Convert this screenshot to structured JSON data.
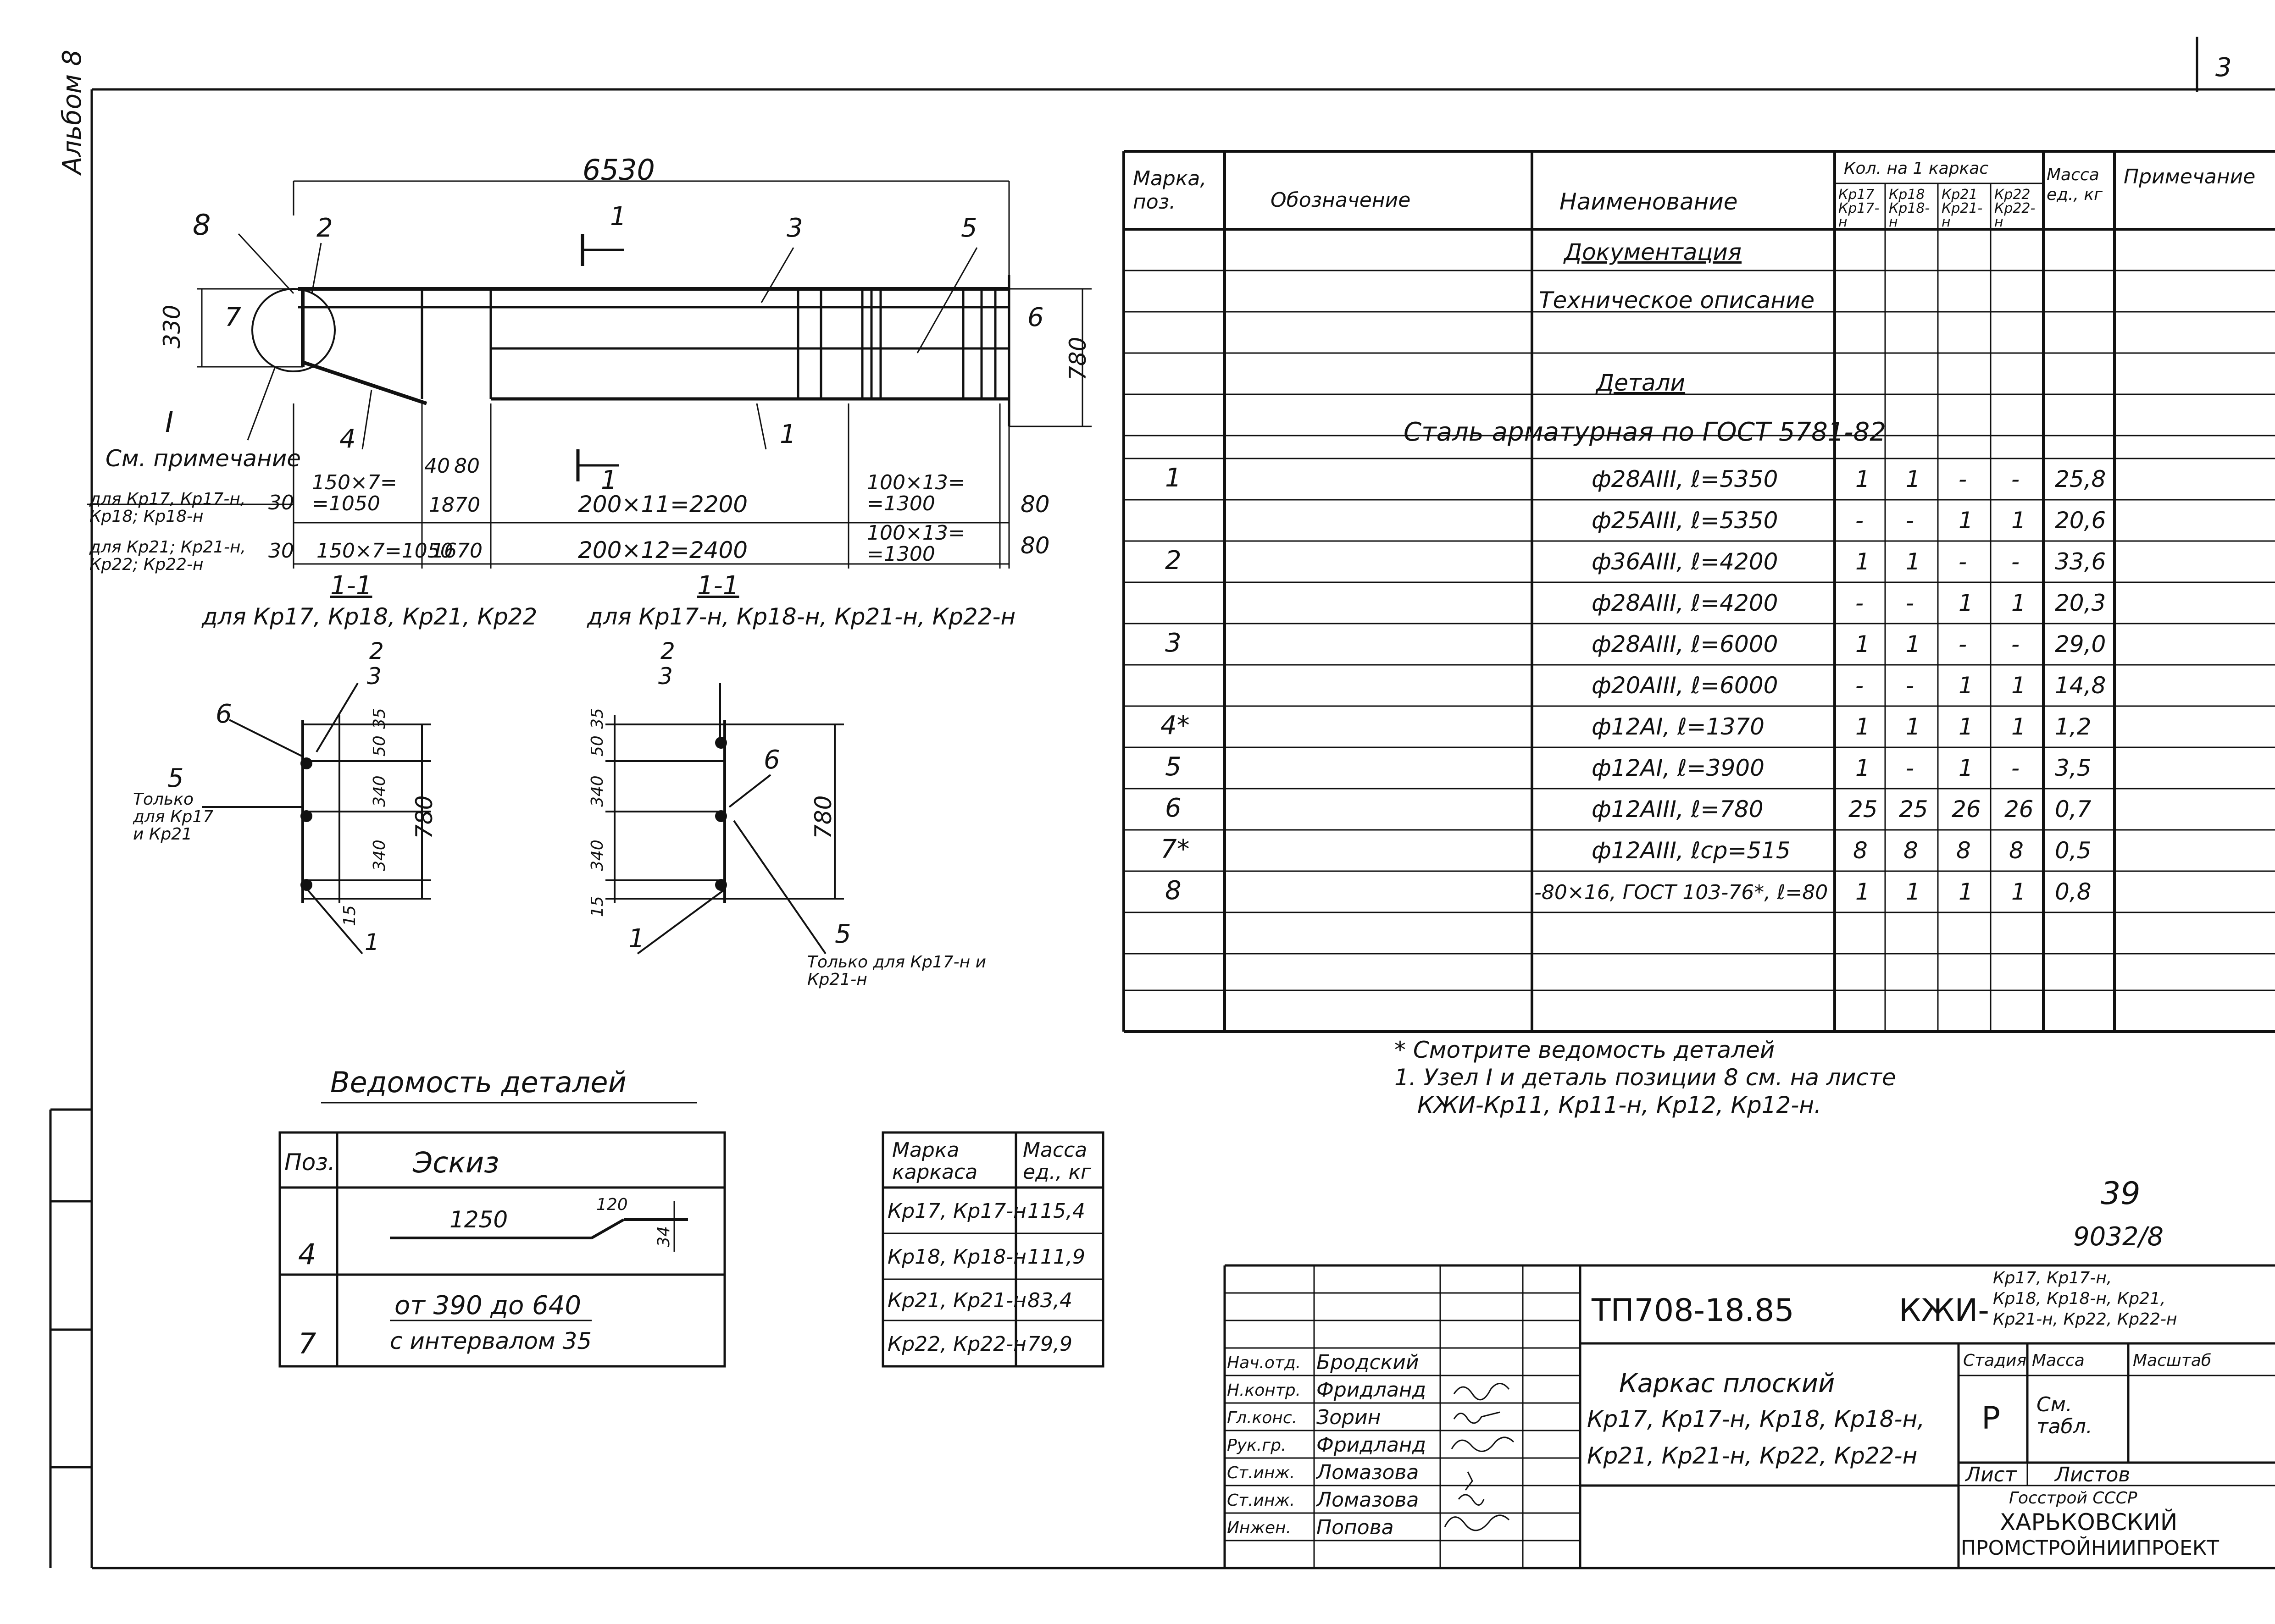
{
  "sheet": {
    "album_label": "Альбом 8",
    "corner_page": "3",
    "sheet_number": "39",
    "project_code": "9032/8"
  },
  "elevation": {
    "overall_length": "6530",
    "callouts": [
      "8",
      "2",
      "1",
      "3",
      "5",
      "7",
      "6",
      "4",
      "1",
      "1"
    ],
    "left_height": "330",
    "right_height": "780",
    "node_mark": "I",
    "node_note": "См. примечание",
    "group_a": "для Кр17, Кр17-н, Кр18; Кр18-н",
    "group_b": "для Кр21; Кр21-н, Кр22; Кр22-н",
    "row_a": [
      "30",
      "150×7= =1050",
      "40",
      "80",
      "1870",
      "200×11=2200",
      "100×13= =1300",
      "80"
    ],
    "row_b": [
      "30",
      "150×7=1050",
      "1670",
      "200×12=2400",
      "100×13= =1300",
      "80"
    ]
  },
  "section_left": {
    "title": "1-1",
    "subtitle": "для Кр17, Кр18, Кр21, Кр22",
    "callouts": [
      "2",
      "3",
      "6",
      "5",
      "1"
    ],
    "note": "Только для Кр17 и Кр21",
    "dims": [
      "35",
      "50",
      "340",
      "340",
      "15"
    ],
    "height": "780"
  },
  "section_right": {
    "title": "1-1",
    "subtitle": "для Кр17-н, Кр18-н, Кр21-н, Кр22-н",
    "callouts": [
      "2",
      "3",
      "6",
      "1",
      "5"
    ],
    "note": "Только для Кр17-н и Кр21-н",
    "dims": [
      "35",
      "50",
      "340",
      "340",
      "15"
    ],
    "height": "780"
  },
  "spec": {
    "headers": {
      "pos": "Марка, поз.",
      "designation": "Обозначение",
      "name": "Наименование",
      "qty_group": "Кол. на 1 каркас",
      "qty_cols": [
        "Кр17 Кр17-н",
        "Кр18 Кр18-н",
        "Кр21 Кр21-н",
        "Кр22 Кр22-н"
      ],
      "mass": "Масса ед., кг",
      "note": "Примечание"
    },
    "section_docs": "Документация",
    "doc_item": "Техническое описание",
    "section_parts": "Детали",
    "steel_heading": "Сталь арматурная по ГОСТ 5781-82",
    "rows": [
      {
        "pos": "1",
        "name": "ф28AIII, ℓ=5350",
        "q": [
          "1",
          "1",
          "-",
          "-"
        ],
        "mass": "25,8"
      },
      {
        "pos": "",
        "name": "ф25AIII, ℓ=5350",
        "q": [
          "-",
          "-",
          "1",
          "1"
        ],
        "mass": "20,6"
      },
      {
        "pos": "2",
        "name": "ф36AIII, ℓ=4200",
        "q": [
          "1",
          "1",
          "-",
          "-"
        ],
        "mass": "33,6"
      },
      {
        "pos": "",
        "name": "ф28AIII, ℓ=4200",
        "q": [
          "-",
          "-",
          "1",
          "1"
        ],
        "mass": "20,3"
      },
      {
        "pos": "3",
        "name": "ф28AIII, ℓ=6000",
        "q": [
          "1",
          "1",
          "-",
          "-"
        ],
        "mass": "29,0"
      },
      {
        "pos": "",
        "name": "ф20AIII, ℓ=6000",
        "q": [
          "-",
          "-",
          "1",
          "1"
        ],
        "mass": "14,8"
      },
      {
        "pos": "4*",
        "name": "ф12AI, ℓ=1370",
        "q": [
          "1",
          "1",
          "1",
          "1"
        ],
        "mass": "1,2"
      },
      {
        "pos": "5",
        "name": "ф12AI, ℓ=3900",
        "q": [
          "1",
          "-",
          "1",
          "-"
        ],
        "mass": "3,5"
      },
      {
        "pos": "6",
        "name": "ф12AIII, ℓ=780",
        "q": [
          "25",
          "25",
          "26",
          "26"
        ],
        "mass": "0,7"
      },
      {
        "pos": "7*",
        "name": "ф12AIII, ℓср=515",
        "q": [
          "8",
          "8",
          "8",
          "8"
        ],
        "mass": "0,5"
      },
      {
        "pos": "8",
        "name": "-80×16, ГОСТ 103-76*, ℓ=80",
        "q": [
          "1",
          "1",
          "1",
          "1"
        ],
        "mass": "0,8"
      }
    ],
    "notes": [
      "* Смотрите ведомость деталей",
      "1. Узел I и деталь позиции 8 см. на листе",
      "КЖИ-Кр11, Кр11-н, Кр12, Кр12-н."
    ]
  },
  "details_table": {
    "title": "Ведомость деталей",
    "col_pos": "Поз.",
    "col_sketch": "Эскиз",
    "row4": {
      "pos": "4",
      "len": "1250",
      "angle_leg": "120",
      "rise": "34"
    },
    "row7": {
      "pos": "7",
      "text1": "от 390 до 640",
      "text2": "с интервалом 35"
    }
  },
  "mass_table": {
    "col_mark": "Марка каркаса",
    "col_mass": "Масса ед., кг",
    "rows": [
      {
        "mark": "Кр17, Кр17-н",
        "mass": "115,4"
      },
      {
        "mark": "Кр18, Кр18-н",
        "mass": "111,9"
      },
      {
        "mark": "Кр21, Кр21-н",
        "mass": "83,4"
      },
      {
        "mark": "Кр22, Кр22-н",
        "mass": "79,9"
      }
    ]
  },
  "title_block": {
    "doc_code": "ТП708-18.85",
    "series_prefix": "КЖИ-",
    "series_line1": "Кр17, Кр17-н,",
    "series_line2": "Кр18, Кр18-н, Кр21,",
    "series_line3": "Кр21-н, Кр22, Кр22-н",
    "title_line1": "Каркас плоский",
    "title_line2": "Кр17, Кр17-н, Кр18, Кр18-н,",
    "title_line3": "Кр21, Кр21-н, Кр22, Кр22-н",
    "stage_label": "Стадия",
    "mass_label": "Масса",
    "scale_label": "Масштаб",
    "stage": "Р",
    "mass_value": "См. табл.",
    "sheet_label": "Лист",
    "sheets_label": "Листов",
    "org1": "Госстрой СССР",
    "org2": "ХАРЬКОВСКИЙ",
    "org3": "ПРОМСТРОЙНИИПРОЕКТ",
    "staff": [
      {
        "role": "Нач.отд.",
        "name": "Бродский"
      },
      {
        "role": "Н.контр.",
        "name": "Фридланд"
      },
      {
        "role": "Гл.конс.",
        "name": "Зорин"
      },
      {
        "role": "Рук.гр.",
        "name": "Фридланд"
      },
      {
        "role": "Ст.инж.",
        "name": "Ломазова"
      },
      {
        "role": "Ст.инж.",
        "name": "Ломазова"
      },
      {
        "role": "Инжен.",
        "name": "Попова"
      }
    ]
  }
}
